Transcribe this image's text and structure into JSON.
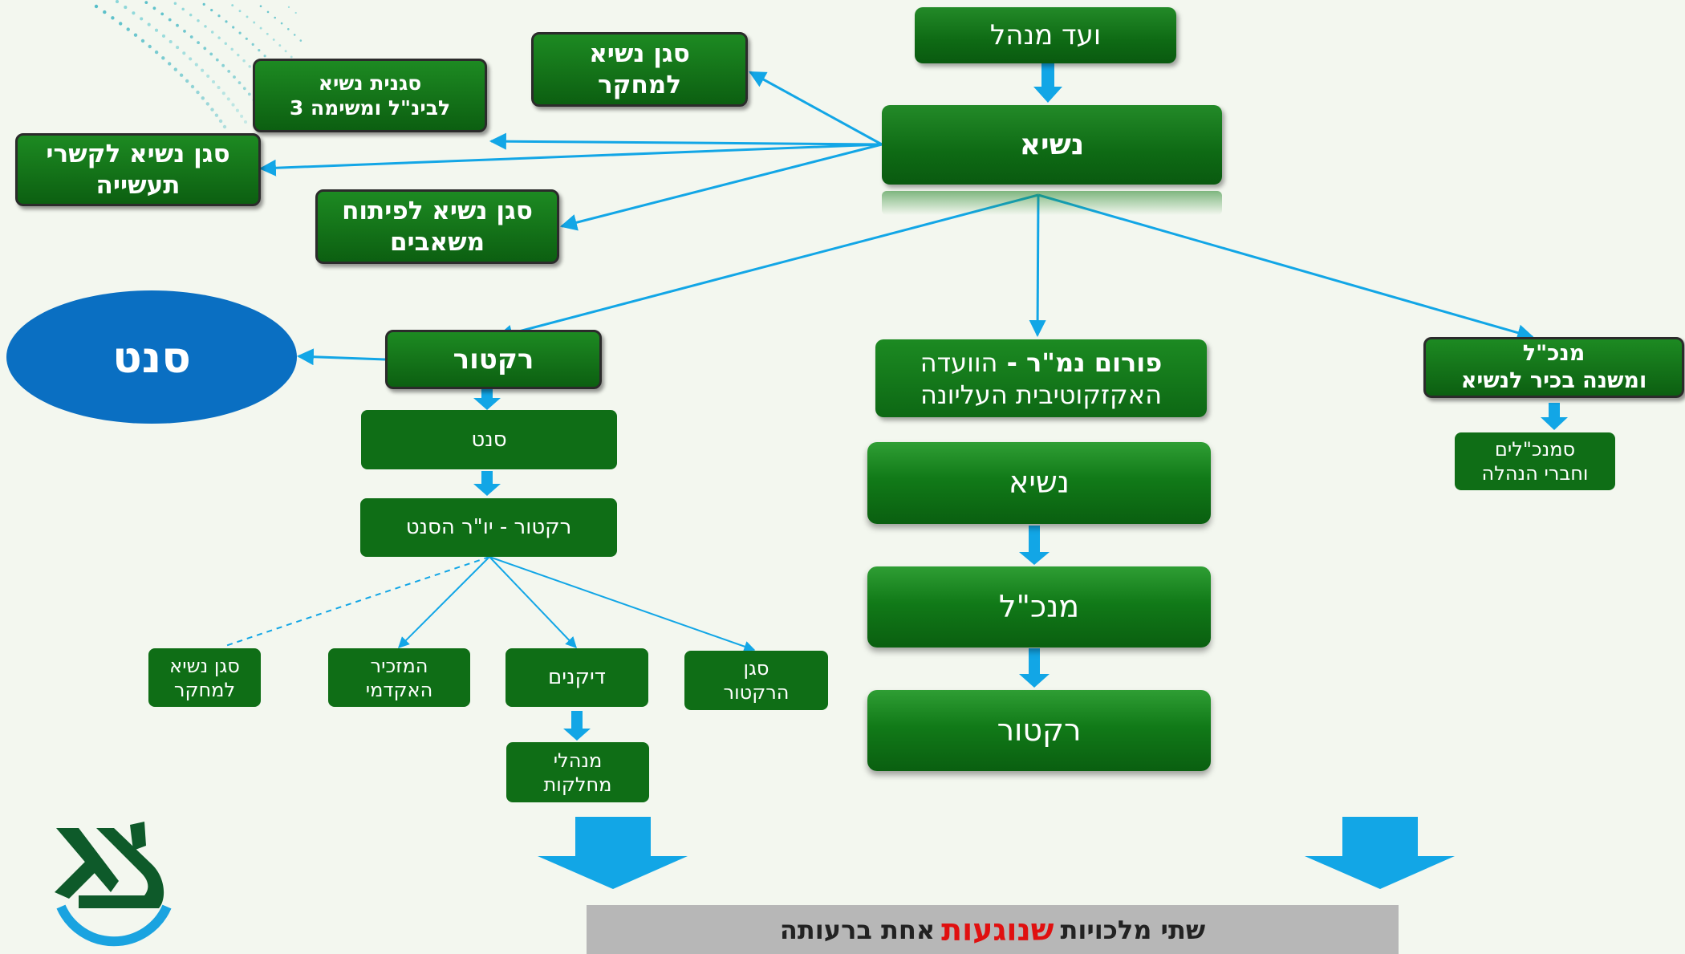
{
  "nodes": {
    "board": "ועד מנהל",
    "president": "נשיא",
    "vp_research": "סגן  נשיא\nלמחקר",
    "vp_international": "סגנית נשיא\nלבינ\"ל ומשימה 3",
    "vp_industry": "סגן נשיא לקשרי\nתעשייה",
    "vp_resources": "סגן נשיא לפיתוח\nמשאבים",
    "senate_ellipse": "סנט",
    "rector": "רקטור",
    "senate": "סנט",
    "rector_chair": "רקטור  - יו\"ר הסנט",
    "vp_research_small": "סגן נשיא\nלמחקר",
    "academic_secretary": "המזכיר\nהאקדמי",
    "deans": "דיקנים",
    "vice_rector": "סגן\nהרקטור",
    "dept_heads": "מנהלי\nמחלקות",
    "forum_bold": "פורום נמ\"ר - ",
    "forum_rest": "הוועדה\nהאקזקוטיבית העליונה",
    "forum_president": "נשיא",
    "forum_director": "מנכ\"ל",
    "forum_rector": "רקטור",
    "director_general": "מנכ\"ל\nומשנה בכיר לנשיא",
    "deputy_directors": "סמנכ\"לים\nוחברי הנהלה"
  },
  "bottom": {
    "part1": "שתי מלכויות",
    "highlight": "שנוגעות",
    "part2": "אחת ברעותה"
  },
  "colors": {
    "green": "#0f6e16",
    "blue_arrow": "#12a6e6",
    "ellipse": "#0a6fc2",
    "highlight": "#e01010"
  }
}
